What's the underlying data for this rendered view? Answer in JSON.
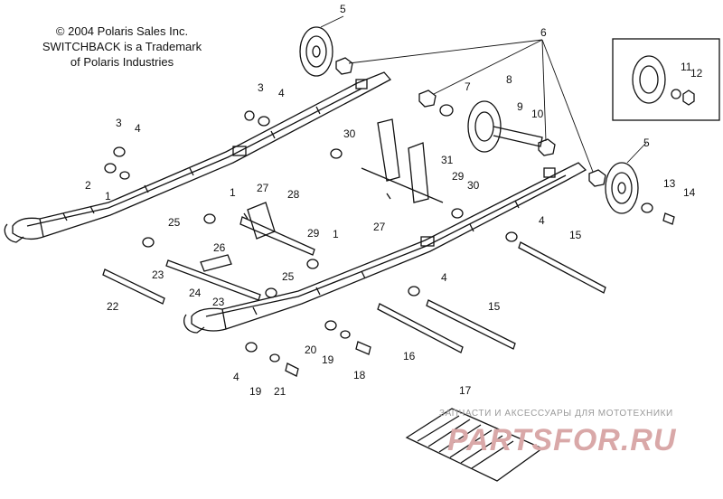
{
  "copyright": {
    "line1": "© 2004 Polaris Sales Inc.",
    "line2": "SWITCHBACK is a Trademark",
    "line3": "of Polaris Industries"
  },
  "callouts": [
    "1",
    "2",
    "3",
    "4",
    "5",
    "6",
    "7",
    "8",
    "9",
    "10",
    "11",
    "12",
    "13",
    "14",
    "15",
    "16",
    "17",
    "18",
    "19",
    "20",
    "21",
    "22",
    "23",
    "24",
    "25",
    "26",
    "27",
    "28",
    "29",
    "30",
    "31"
  ],
  "watermark": {
    "line1": "ЗАПЧАСТИ И АКСЕССУАРЫ ДЛЯ МОТОТЕХНИКИ",
    "logo": "PARTSFOR.RU"
  }
}
